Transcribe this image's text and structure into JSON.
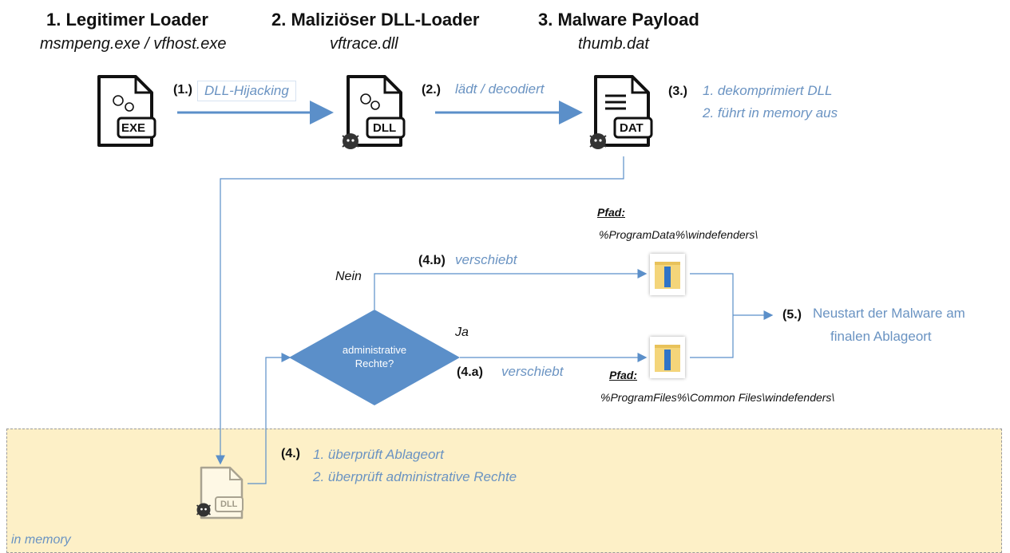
{
  "stages": [
    {
      "title": "1. Legitimer Loader",
      "file": "msmpeng.exe / vfhost.exe",
      "badge": "EXE"
    },
    {
      "title": "2. Maliziöser DLL-Loader",
      "file": "vftrace.dll",
      "badge": "DLL"
    },
    {
      "title": "3. Malware Payload",
      "file": "thumb.dat",
      "badge": "DAT"
    }
  ],
  "steps": {
    "s1": {
      "num": "(1.)",
      "text": "DLL-Hijacking"
    },
    "s2": {
      "num": "(2.)",
      "text": "lädt / decodiert"
    },
    "s3": {
      "num": "(3.)",
      "items": [
        "1.  dekomprimiert DLL",
        "2.  führt in memory aus"
      ]
    },
    "s4": {
      "num": "(4.)",
      "items": [
        "1.  überprüft Ablageort",
        "2.  überprüft administrative Rechte"
      ]
    },
    "s4a": {
      "num": "(4.a)",
      "text": "verschiebt"
    },
    "s4b": {
      "num": "(4.b)",
      "text": "verschiebt"
    },
    "s5": {
      "num": "(5.)",
      "line1": "Neustart der Malware am",
      "line2": "finalen Ablageort"
    }
  },
  "decision": {
    "line1": "administrative",
    "line2": "Rechte?",
    "no_label": "Nein",
    "yes_label": "Ja"
  },
  "paths": {
    "top_label": "Pfad:",
    "top_path": "%ProgramData%\\windefenders\\",
    "bottom_label": "Pfad:",
    "bottom_path": "%ProgramFiles%\\Common Files\\windefenders\\"
  },
  "memory_band_label": "in memory",
  "memory_dll_badge": "DLL",
  "colors": {
    "arrow": "#5b8fc9",
    "diamond": "#5b8fc9",
    "memory_band": "#fdf0c7",
    "text_blue": "#6a93c2"
  },
  "icons": [
    "exe-file-icon",
    "dll-file-icon",
    "dat-file-icon",
    "malware-bug-icon",
    "folder-icon"
  ]
}
